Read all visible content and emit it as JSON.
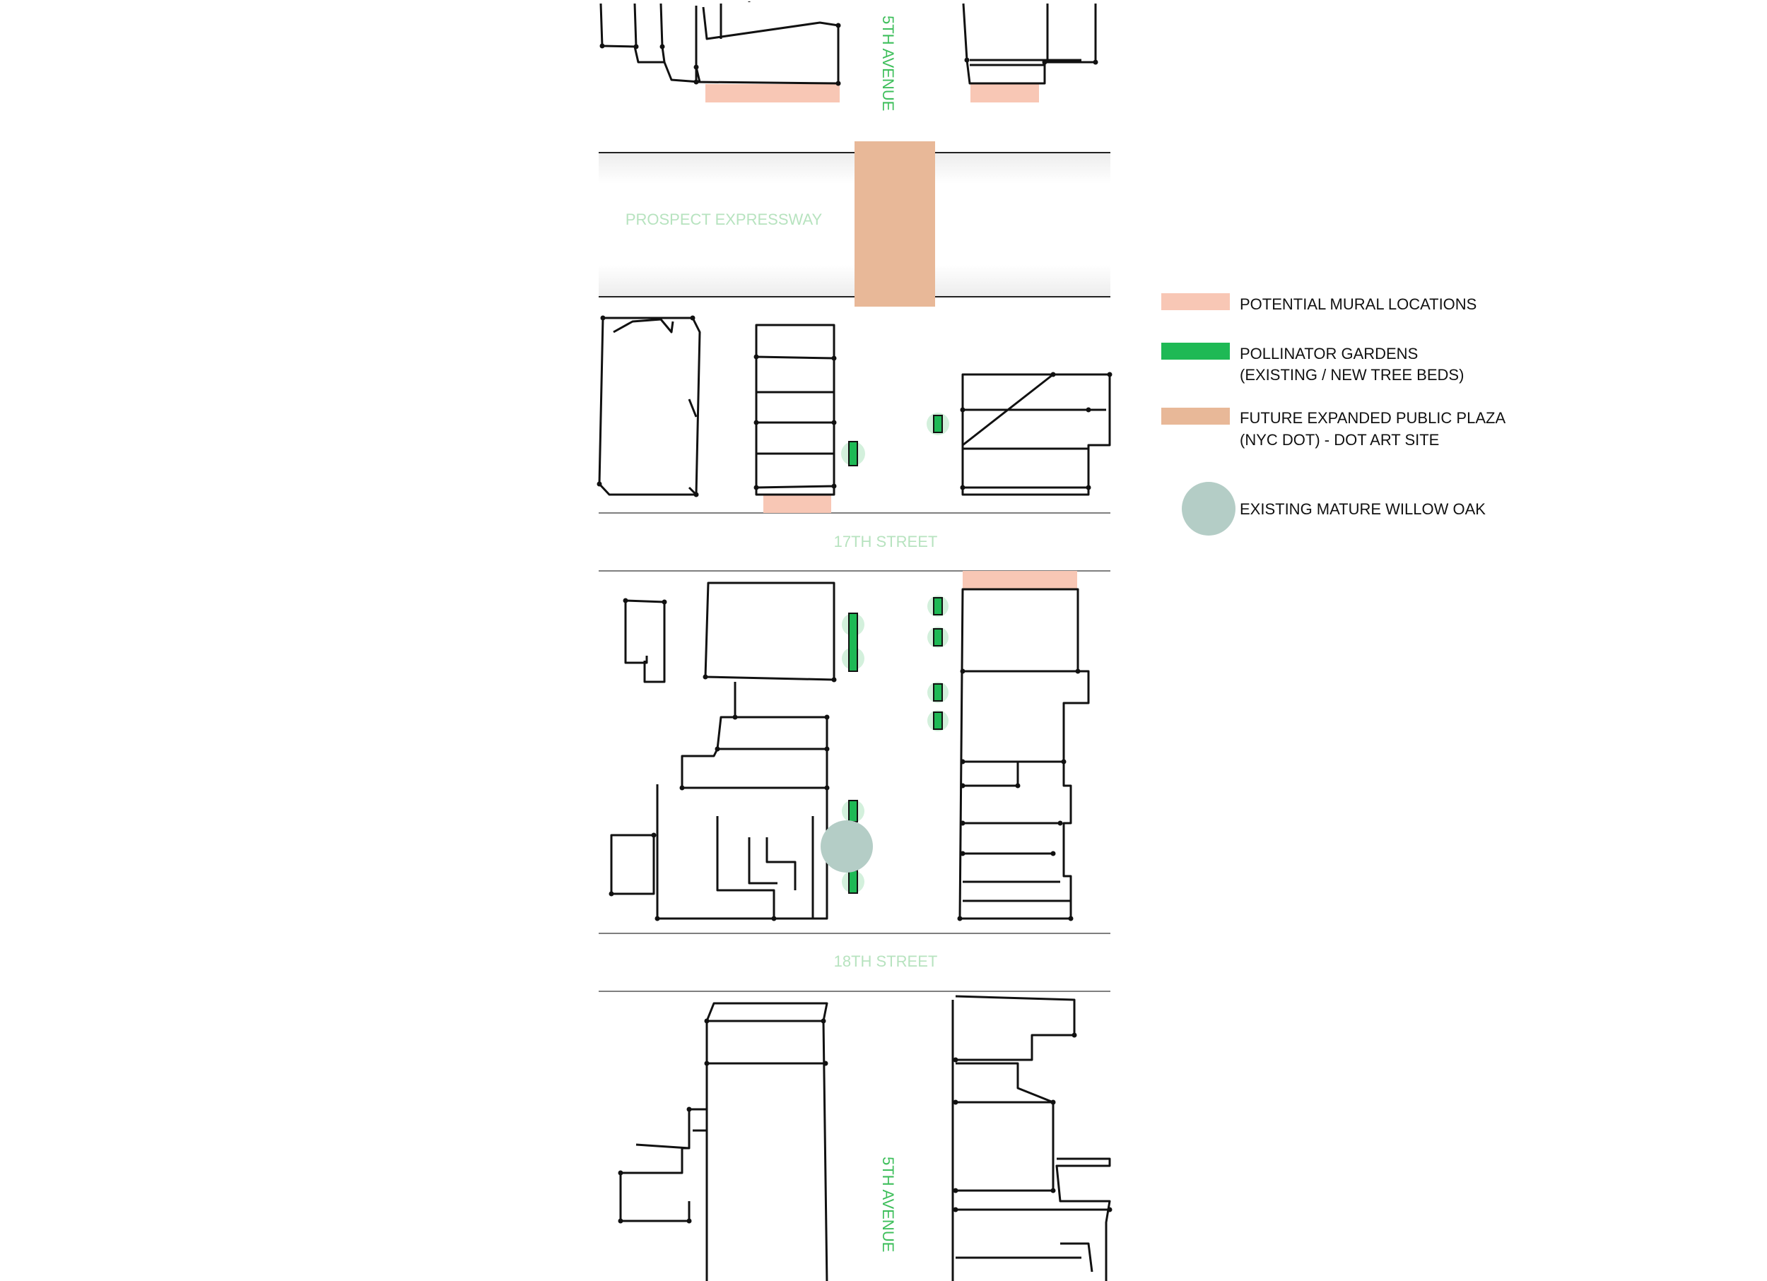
{
  "streets": {
    "fifth_avenue_north": "5TH AVENUE",
    "fifth_avenue_south": "5TH AVENUE",
    "prospect_expressway": "PROSPECT EXPRESSWAY",
    "seventeenth_street": "17TH STREET",
    "eighteenth_street": "18TH STREET"
  },
  "legend": {
    "mural": {
      "label": "POTENTIAL MURAL LOCATIONS"
    },
    "pollinator": {
      "line1": "POLLINATOR GARDENS",
      "line2": "(EXISTING / NEW TREE BEDS)"
    },
    "plaza": {
      "line1": "FUTURE EXPANDED PUBLIC PLAZA",
      "line2": "(NYC DOT) - DOT ART SITE"
    },
    "oak": {
      "label": "EXISTING MATURE WILLOW OAK"
    }
  },
  "colors": {
    "mural": "#f8c7b5",
    "pollinator": "#1eb955",
    "pollinator_halo": "#d3f0dc",
    "plaza": "#e8b898",
    "oak": "#b4cdc6",
    "street_label_faint": "#b7e3bf",
    "street_label_avenue": "#3fbf5c",
    "building_outline": "#111111"
  }
}
